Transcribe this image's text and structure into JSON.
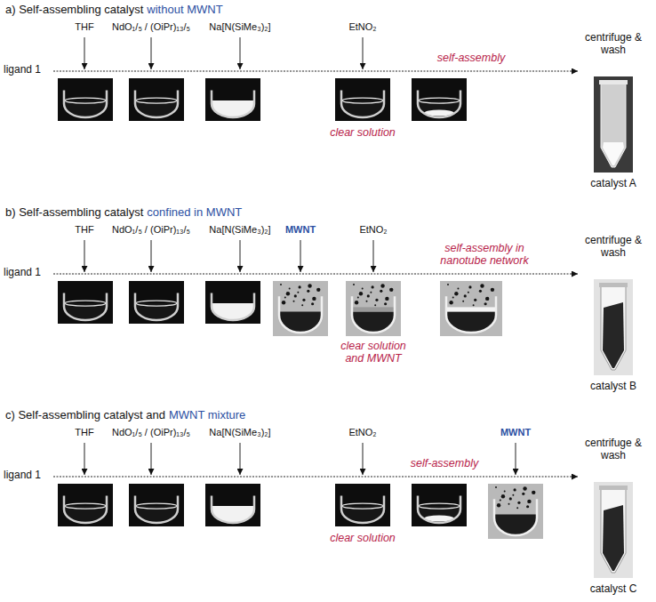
{
  "diagram": {
    "labels": [
      "a) Self-assembling catalyst",
      "without MWNT",
      "THF",
      "NdO₁/₅ / (OiPr)₁₃/₅",
      "Na[N(SiMe₃)₂]",
      "EtNO₂",
      "self-assembly",
      "ligand 1",
      "clear solution",
      "centrifuge & wash",
      "catalyst A",
      "b) Self-assembling catalyst",
      "confined in MWNT",
      "THF",
      "NdO₁/₅ / (OiPr)₁₃/₅",
      "Na[N(SiMe₃)₂]",
      "MWNT",
      "EtNO₂",
      "self-assembly in nanotube network",
      "ligand 1",
      "clear solution and MWNT",
      "centrifuge & wash",
      "catalyst B",
      "c) Self-assembling catalyst and",
      "MWNT mixture",
      "THF",
      "NdO₁/₅ / (OiPr)₁₃/₅",
      "Na[N(SiMe₃)₂]",
      "EtNO₂",
      "MWNT",
      "self-assembly",
      "ligand 1",
      "clear solution",
      "centrifuge & wash",
      "catalyst C"
    ]
  }
}
